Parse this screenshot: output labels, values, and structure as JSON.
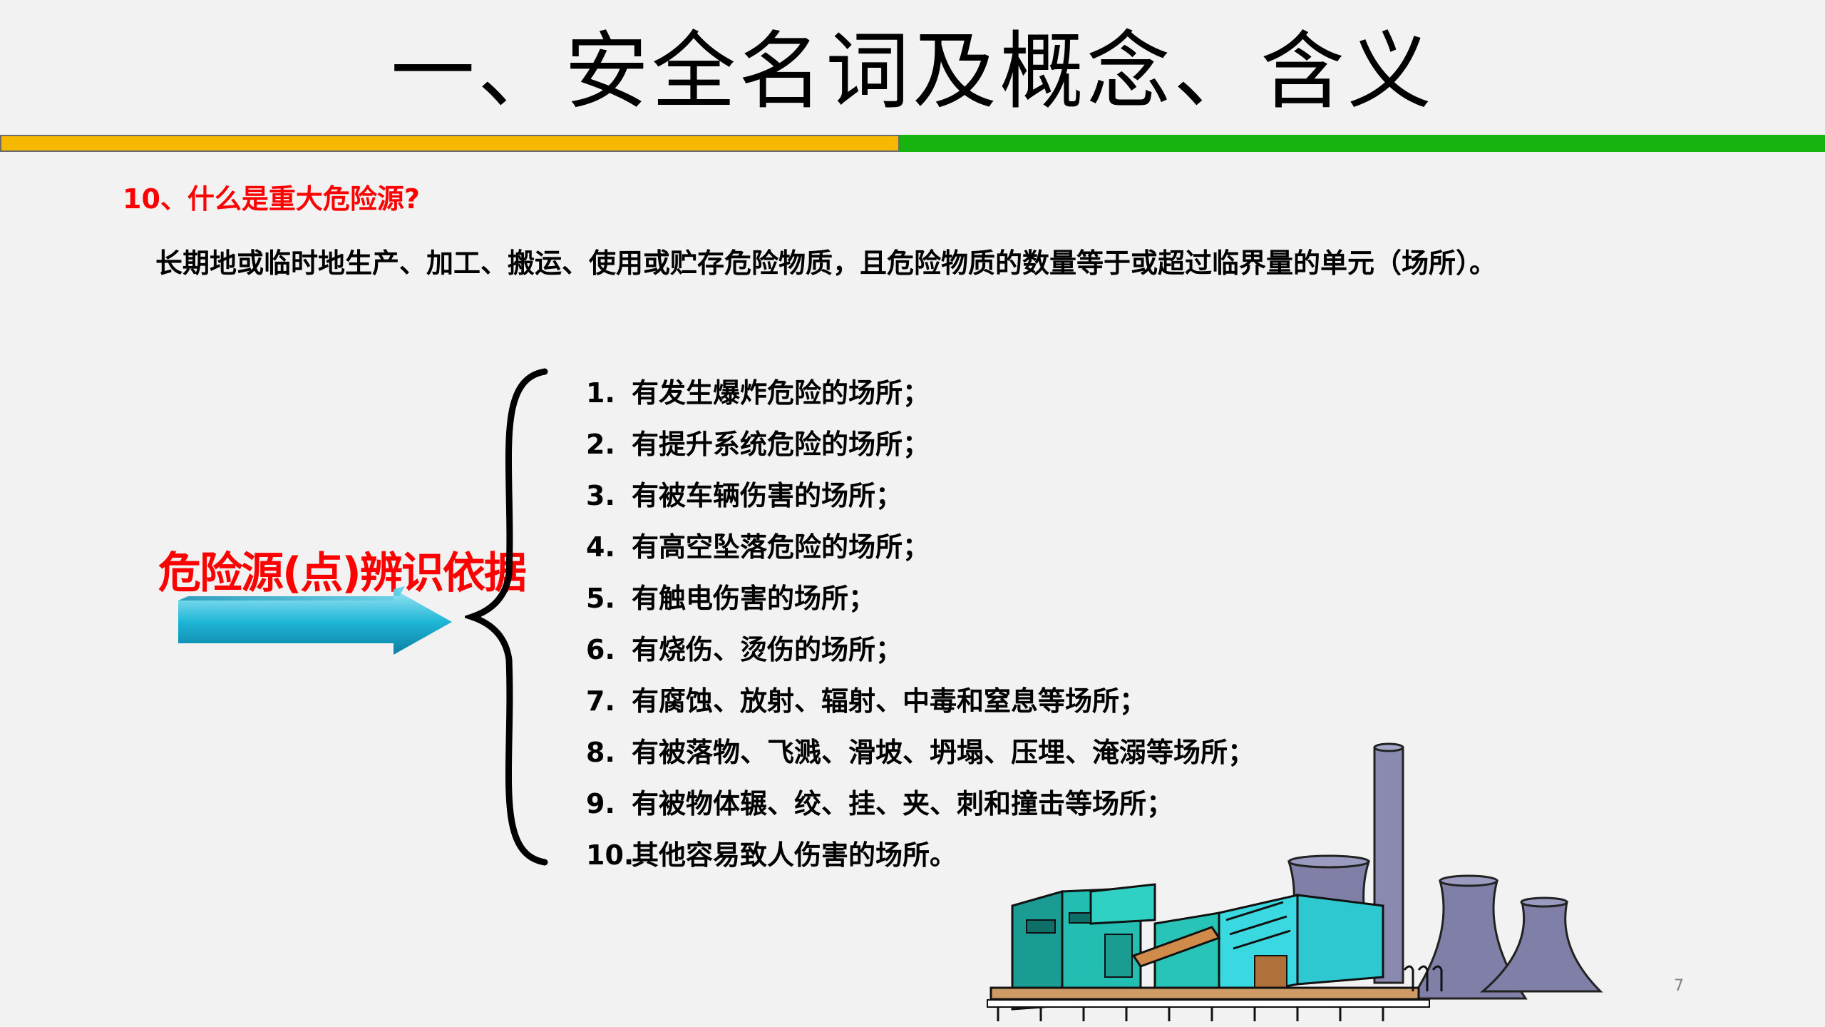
{
  "title": "一、安全名词及概念、含义",
  "question": "10、什么是重大危险源?",
  "definition": "长期地或临时地生产、加工、搬运、使用或贮存危险物质，且危险物质的数量等于或超过临界量的单元（场所）。",
  "basis_label": "危险源(点)辨识依据",
  "items": [
    {
      "num": "1.",
      "text": "有发生爆炸危险的场所；"
    },
    {
      "num": "2.",
      "text": "有提升系统危险的场所；"
    },
    {
      "num": "3.",
      "text": "有被车辆伤害的场所；"
    },
    {
      "num": "4.",
      "text": "有高空坠落危险的场所；"
    },
    {
      "num": "5.",
      "text": "有触电伤害的场所；"
    },
    {
      "num": "6.",
      "text": "有烧伤、烫伤的场所；"
    },
    {
      "num": "7.",
      "text": "有腐蚀、放射、辐射、中毒和窒息等场所；"
    },
    {
      "num": "8.",
      "text": "有被落物、飞溅、滑坡、坍塌、压埋、淹溺等场所；"
    },
    {
      "num": "9.",
      "text": "有被物体辗、绞、挂、夹、刺和撞击等场所；"
    },
    {
      "num": "10.",
      "text": "其他容易致人伤害的场所。"
    }
  ],
  "page_number": "7",
  "colors": {
    "accent_red": "#ff0000",
    "bar_yellow": "#f6b800",
    "bar_green": "#17b30f",
    "arrow_cyan": "#1fb6d6"
  },
  "icons": [
    "right-arrow-icon",
    "curly-brace-icon",
    "power-plant-illustration"
  ]
}
